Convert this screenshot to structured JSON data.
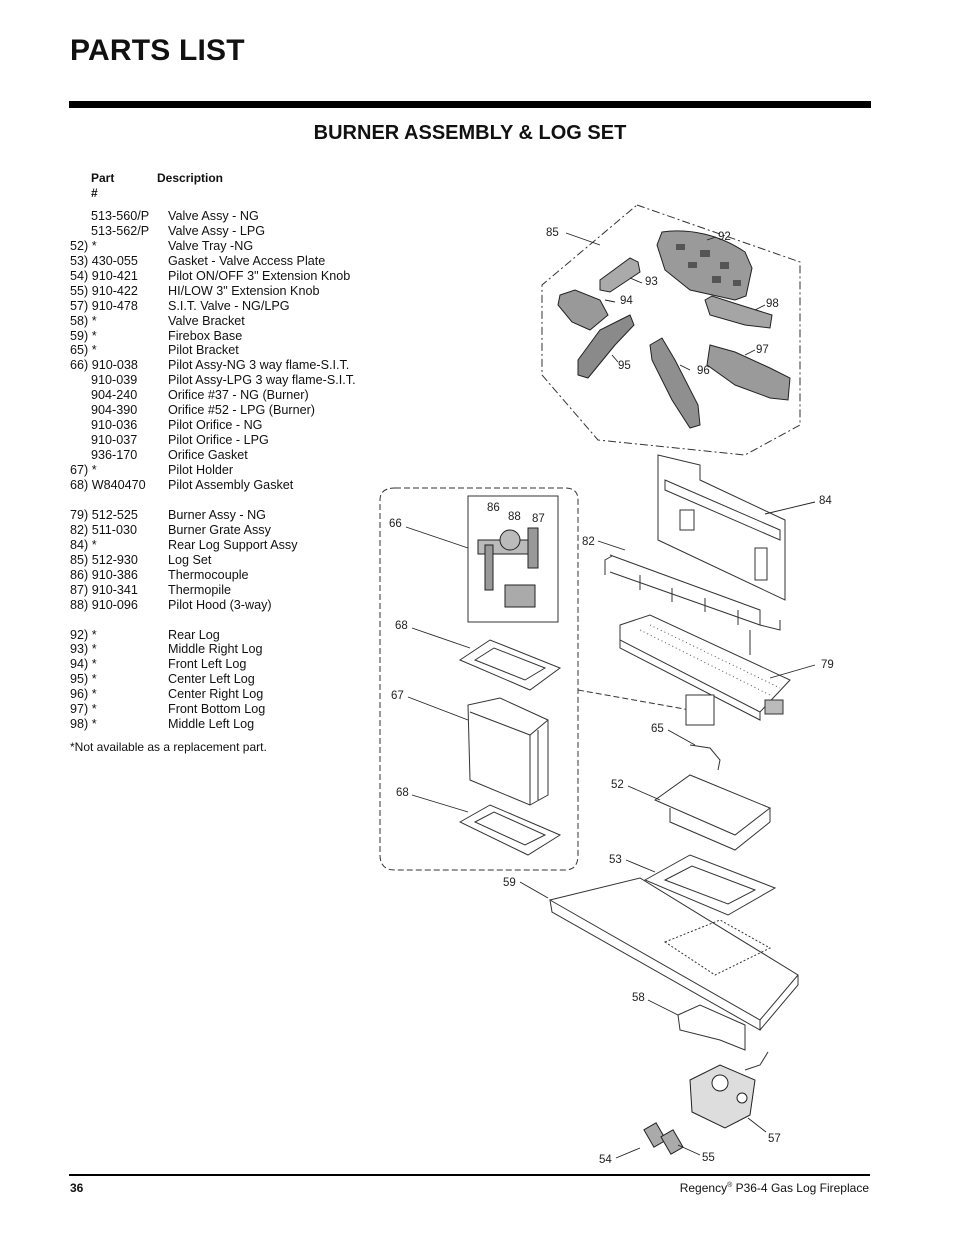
{
  "page_title": "PARTS LIST",
  "section_title": "BURNER ASSEMBLY & LOG SET",
  "headers": {
    "part": "Part #",
    "description": "Description"
  },
  "parts": [
    {
      "num": "513-560/P",
      "desc": "Valve Assy - NG",
      "indent": true,
      "row": 2
    },
    {
      "num": "513-562/P",
      "desc": "Valve Assy - LPG",
      "indent": true,
      "row": 3
    },
    {
      "num": "52) *",
      "desc": "Valve Tray -NG",
      "indent": false,
      "row": 4
    },
    {
      "num": "53) 430-055",
      "desc": "Gasket - Valve Access Plate",
      "indent": false,
      "row": 5
    },
    {
      "num": "54) 910-421",
      "desc": "Pilot ON/OFF 3\" Extension Knob",
      "indent": false,
      "row": 6
    },
    {
      "num": "55) 910-422",
      "desc": "HI/LOW 3\" Extension Knob",
      "indent": false,
      "row": 7
    },
    {
      "num": "57) 910-478",
      "desc": "S.I.T. Valve - NG/LPG",
      "indent": false,
      "row": 8
    },
    {
      "num": "58) *",
      "desc": "Valve Bracket",
      "indent": false,
      "row": 9
    },
    {
      "num": "59) *",
      "desc": "Firebox Base",
      "indent": false,
      "row": 10
    },
    {
      "num": "65) *",
      "desc": "Pilot Bracket",
      "indent": false,
      "row": 11
    },
    {
      "num": "66) 910-038",
      "desc": "Pilot Assy-NG 3 way flame-S.I.T.",
      "indent": false,
      "row": 12
    },
    {
      "num": "910-039",
      "desc": "Pilot Assy-LPG 3 way flame-S.I.T.",
      "indent": true,
      "row": 13
    },
    {
      "num": "904-240",
      "desc": "Orifice #37 - NG (Burner)",
      "indent": true,
      "row": 14
    },
    {
      "num": "904-390",
      "desc": "Orifice #52 - LPG (Burner)",
      "indent": true,
      "row": 15
    },
    {
      "num": "910-036",
      "desc": "Pilot Orifice - NG",
      "indent": true,
      "row": 16
    },
    {
      "num": "910-037",
      "desc": "Pilot Orifice - LPG",
      "indent": true,
      "row": 17
    },
    {
      "num": "936-170",
      "desc": "Orifice Gasket",
      "indent": true,
      "row": 18
    },
    {
      "num": "67) *",
      "desc": "Pilot Holder",
      "indent": false,
      "row": 19
    },
    {
      "num": "68) W840470",
      "desc": "Pilot Assembly Gasket",
      "indent": false,
      "row": 20
    },
    {
      "num": "79) 512-525",
      "desc": "Burner Assy - NG",
      "indent": false,
      "row": 22
    },
    {
      "num": "82) 511-030",
      "desc": "Burner Grate Assy",
      "indent": false,
      "row": 23
    },
    {
      "num": "84) *",
      "desc": "Rear Log Support Assy",
      "indent": false,
      "row": 24
    },
    {
      "num": "85) 512-930",
      "desc": "Log Set",
      "indent": false,
      "row": 25
    },
    {
      "num": "86) 910-386",
      "desc": "Thermocouple",
      "indent": false,
      "row": 26
    },
    {
      "num": "87) 910-341",
      "desc": "Thermopile",
      "indent": false,
      "row": 27
    },
    {
      "num": "88) 910-096",
      "desc": "Pilot Hood (3-way)",
      "indent": false,
      "row": 28
    },
    {
      "num": "92) *",
      "desc": "Rear Log",
      "indent": false,
      "row": 30
    },
    {
      "num": "93) *",
      "desc": "Middle Right Log",
      "indent": false,
      "row": 31
    },
    {
      "num": "94) *",
      "desc": "Front Left Log",
      "indent": false,
      "row": 32
    },
    {
      "num": "95) *",
      "desc": "Center Left Log",
      "indent": false,
      "row": 33
    },
    {
      "num": "96) *",
      "desc": "Center Right Log",
      "indent": false,
      "row": 34
    },
    {
      "num": "97) *",
      "desc": "Front Bottom Log",
      "indent": false,
      "row": 35
    },
    {
      "num": "98) *",
      "desc": "Middle Left Log",
      "indent": false,
      "row": 36
    }
  ],
  "footnote": "*Not available as a replacement part.",
  "diagram_labels": {
    "l85": "85",
    "l92": "92",
    "l93": "93",
    "l94": "94",
    "l95": "95",
    "l96": "96",
    "l97": "97",
    "l98": "98",
    "l84": "84",
    "l82": "82",
    "l79": "79",
    "l66": "66",
    "l86": "86",
    "l88": "88",
    "l87": "87",
    "l68a": "68",
    "l67": "67",
    "l68b": "68",
    "l65": "65",
    "l52": "52",
    "l53": "53",
    "l59": "59",
    "l58": "58",
    "l57": "57",
    "l54": "54",
    "l55": "55"
  },
  "footer": {
    "page_number": "36",
    "brand": "Regency",
    "reg": "®",
    "model": " P36-4 Gas Log Fireplace"
  }
}
